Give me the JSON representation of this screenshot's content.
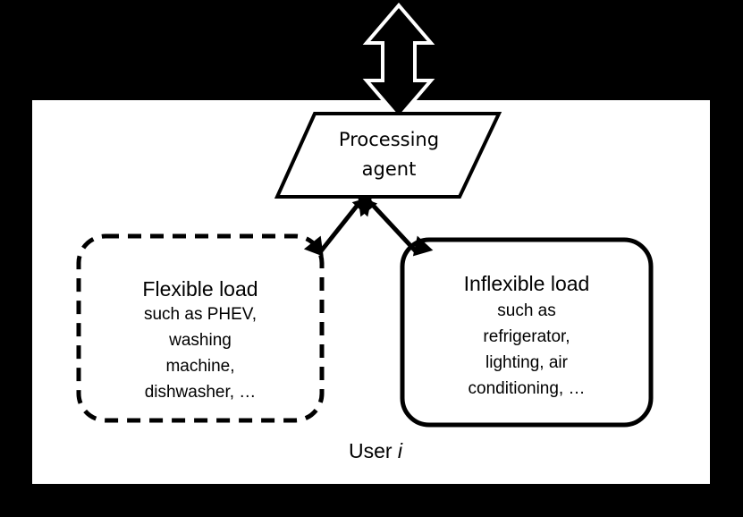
{
  "diagram": {
    "title_label": "User i",
    "user_prefix": "User",
    "user_index": "i",
    "background_color": "#000000",
    "panel_color": "#ffffff",
    "stroke_color": "#000000",
    "nodes": {
      "processing_agent": {
        "label": "Processing\nagent",
        "line1": "Processing",
        "line2": "agent",
        "shape": "parallelogram",
        "border": "solid"
      },
      "flexible_load": {
        "title": "Flexible load",
        "body": "such as PHEV,\nwashing\nmachine,\ndishwasher, …",
        "shape": "rounded-rectangle",
        "border": "dashed"
      },
      "inflexible_load": {
        "title": "Inflexible load",
        "body": "such as\nrefrigerator,\nlighting, air\nconditioning, …",
        "shape": "rounded-rectangle",
        "border": "solid"
      }
    },
    "connectors": {
      "external_link": {
        "name": "bidirectional-arrow-external",
        "direction": "bidirectional",
        "orientation": "vertical",
        "fill": "#000000",
        "outline": "#ffffff"
      },
      "agent_to_flexible": {
        "name": "bidirectional-arrow-flexible",
        "direction": "bidirectional",
        "fill": "#000000"
      },
      "agent_to_inflexible": {
        "name": "bidirectional-arrow-inflexible",
        "direction": "bidirectional",
        "fill": "#000000"
      }
    }
  }
}
